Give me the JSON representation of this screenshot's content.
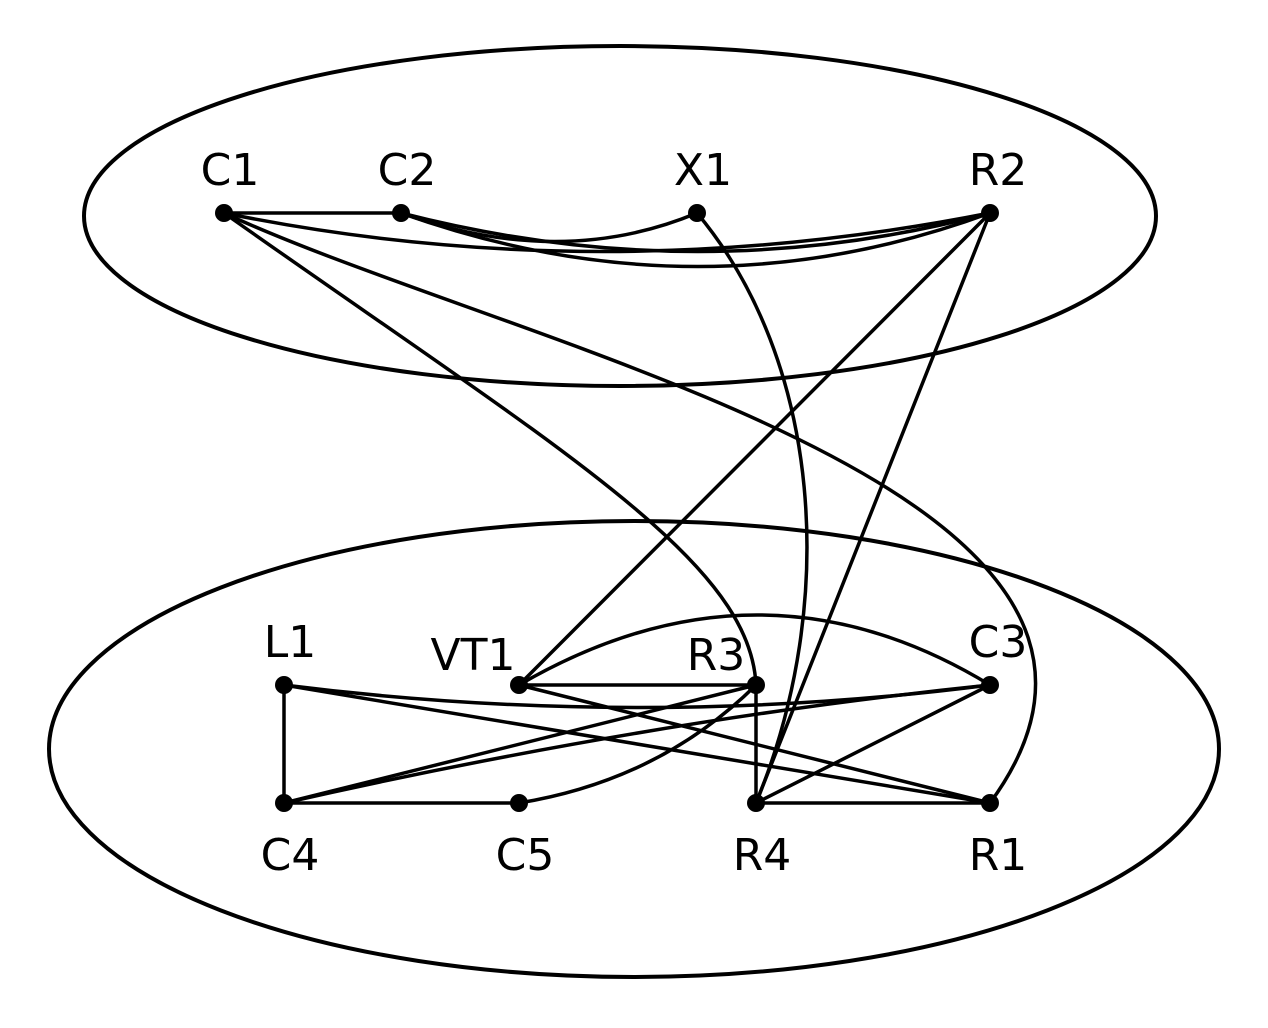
{
  "diagram": {
    "groups": [
      {
        "id": "top"
      },
      {
        "id": "bottom"
      }
    ],
    "nodes": [
      {
        "id": "C1",
        "label": "C1",
        "group": "top"
      },
      {
        "id": "C2",
        "label": "C2",
        "group": "top"
      },
      {
        "id": "X1",
        "label": "X1",
        "group": "top"
      },
      {
        "id": "R2",
        "label": "R2",
        "group": "top"
      },
      {
        "id": "L1",
        "label": "L1",
        "group": "bottom"
      },
      {
        "id": "VT1",
        "label": "VT1",
        "group": "bottom"
      },
      {
        "id": "R3",
        "label": "R3",
        "group": "bottom"
      },
      {
        "id": "C3",
        "label": "C3",
        "group": "bottom"
      },
      {
        "id": "C4",
        "label": "C4",
        "group": "bottom"
      },
      {
        "id": "C5",
        "label": "C5",
        "group": "bottom"
      },
      {
        "id": "R4",
        "label": "R4",
        "group": "bottom"
      },
      {
        "id": "R1",
        "label": "R1",
        "group": "bottom"
      }
    ],
    "edges": [
      {
        "from": "C1",
        "to": "C2"
      },
      {
        "from": "C1",
        "to": "R2"
      },
      {
        "from": "C1",
        "to": "R3"
      },
      {
        "from": "C1",
        "to": "R1"
      },
      {
        "from": "C2",
        "to": "X1"
      },
      {
        "from": "C2",
        "to": "R2"
      },
      {
        "from": "C2",
        "to": "R2"
      },
      {
        "from": "X1",
        "to": "R4"
      },
      {
        "from": "R2",
        "to": "VT1"
      },
      {
        "from": "R2",
        "to": "R4"
      },
      {
        "from": "L1",
        "to": "C4"
      },
      {
        "from": "L1",
        "to": "C3"
      },
      {
        "from": "L1",
        "to": "R1"
      },
      {
        "from": "VT1",
        "to": "R3"
      },
      {
        "from": "VT1",
        "to": "C3"
      },
      {
        "from": "VT1",
        "to": "R1"
      },
      {
        "from": "R3",
        "to": "C4"
      },
      {
        "from": "R3",
        "to": "C5"
      },
      {
        "from": "R3",
        "to": "R4"
      },
      {
        "from": "C3",
        "to": "C4"
      },
      {
        "from": "C3",
        "to": "R4"
      },
      {
        "from": "C4",
        "to": "C5"
      },
      {
        "from": "R4",
        "to": "R1"
      }
    ]
  }
}
